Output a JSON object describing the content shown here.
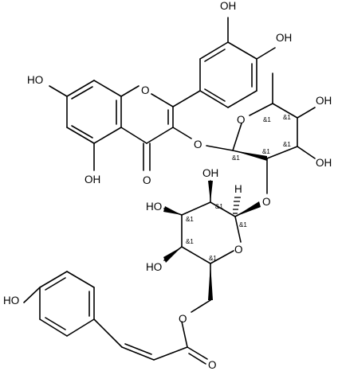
{
  "molecule": {
    "atom_labels": {
      "oh_catechol_top": "OH",
      "oh_catechol_right": "OH",
      "oh_a7": "HO",
      "o_ring_c": "O",
      "o_glycosidic_c3": "O",
      "o_carbonyl": "O",
      "oh_a5": "OH",
      "o_rha_ring": "O",
      "oh_rha_4": "OH",
      "oh_rha_3": "OH",
      "o_link_rha2": "O",
      "oh_glc_2": "OH",
      "oh_glc_3": "HO",
      "h_glc_1": "H",
      "o_glc_ring": "O",
      "oh_glc_4": "HO",
      "o_ester": "O",
      "oh_phenol": "HO",
      "o_ester_carbonyl": "O"
    },
    "stereo_labels": {
      "rha_c5": "&1",
      "rha_c4": "&1",
      "rha_c3": "&1",
      "rha_c2": "&1",
      "rha_c1": "&1",
      "glc_c2": "&1",
      "glc_c3": "&1",
      "glc_c1": "&1",
      "glc_c4": "&1",
      "glc_c5": "&1"
    }
  }
}
